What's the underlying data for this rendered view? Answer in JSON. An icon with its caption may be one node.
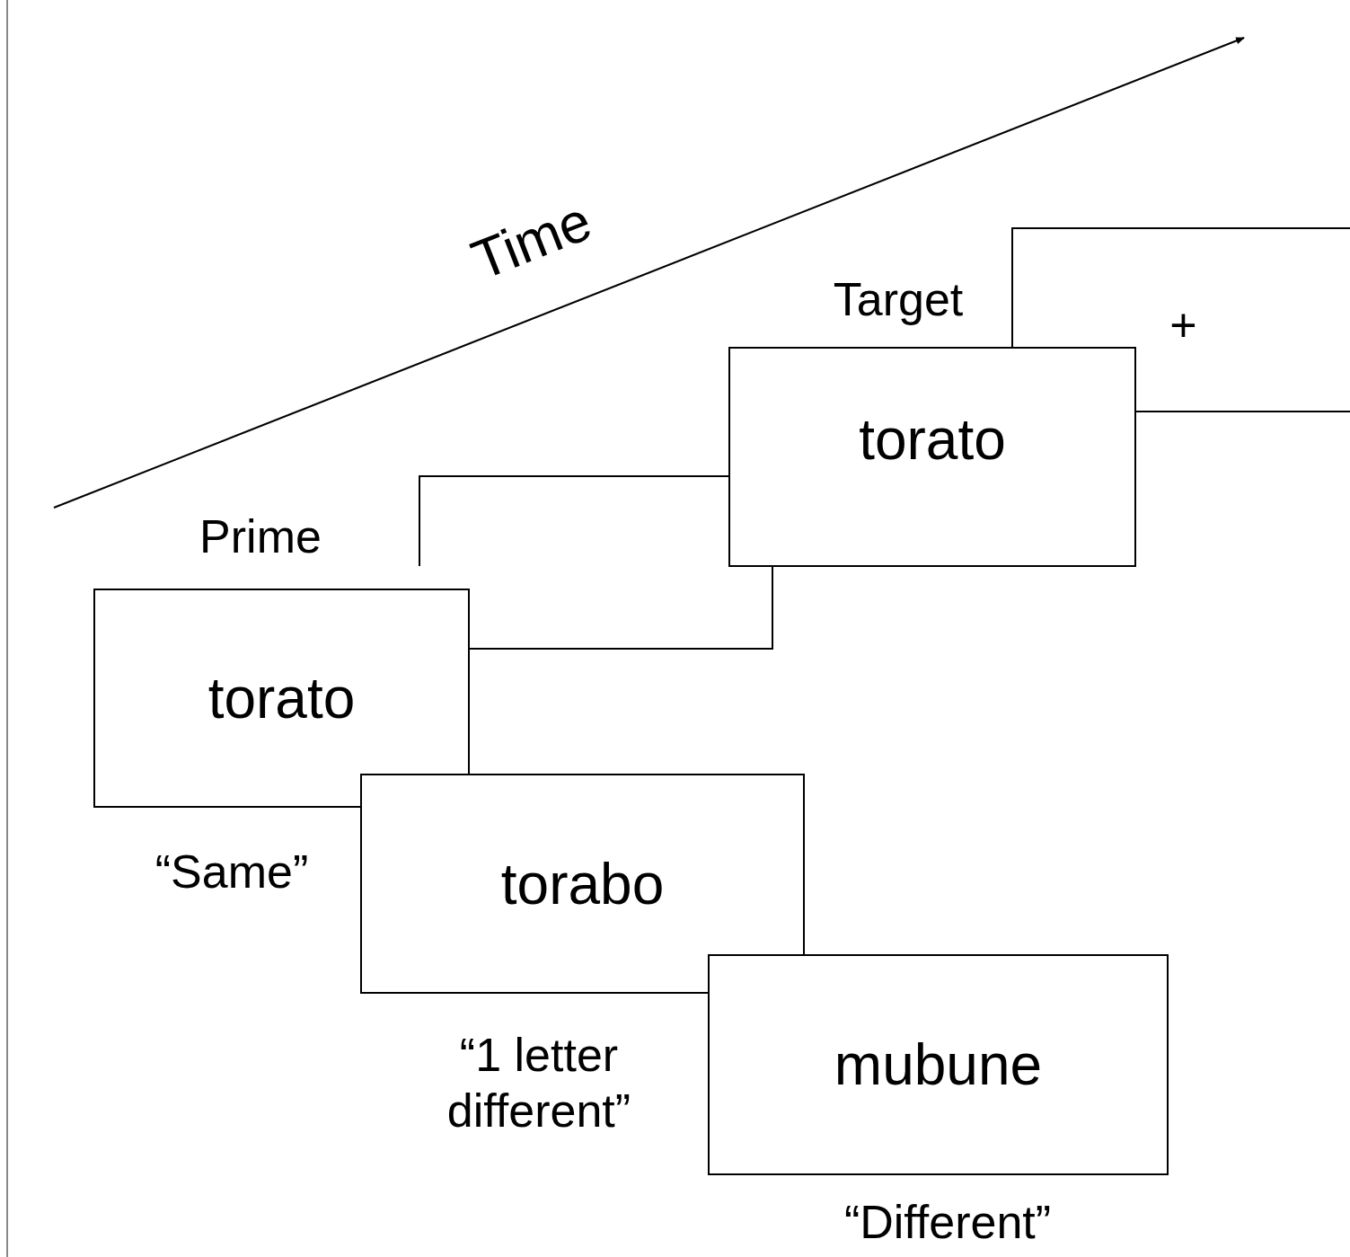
{
  "diagram": {
    "nodes": [
      {
        "text": [
          "+"
        ]
      },
      {
        "text": [
          "torato"
        ],
        "beside": [
          "Target"
        ]
      },
      {
        "text": [],
        "shape": "box"
      },
      {
        "text": [
          "torato"
        ],
        "beside": [
          "Prime",
          "“Same”"
        ]
      },
      {
        "text": [
          "torabo"
        ],
        "beside": [
          "“1 letter different”"
        ]
      },
      {
        "text": [
          "mubune"
        ],
        "beside": [
          "“Different”"
        ]
      }
    ],
    "labels": [
      "Time"
    ]
  }
}
